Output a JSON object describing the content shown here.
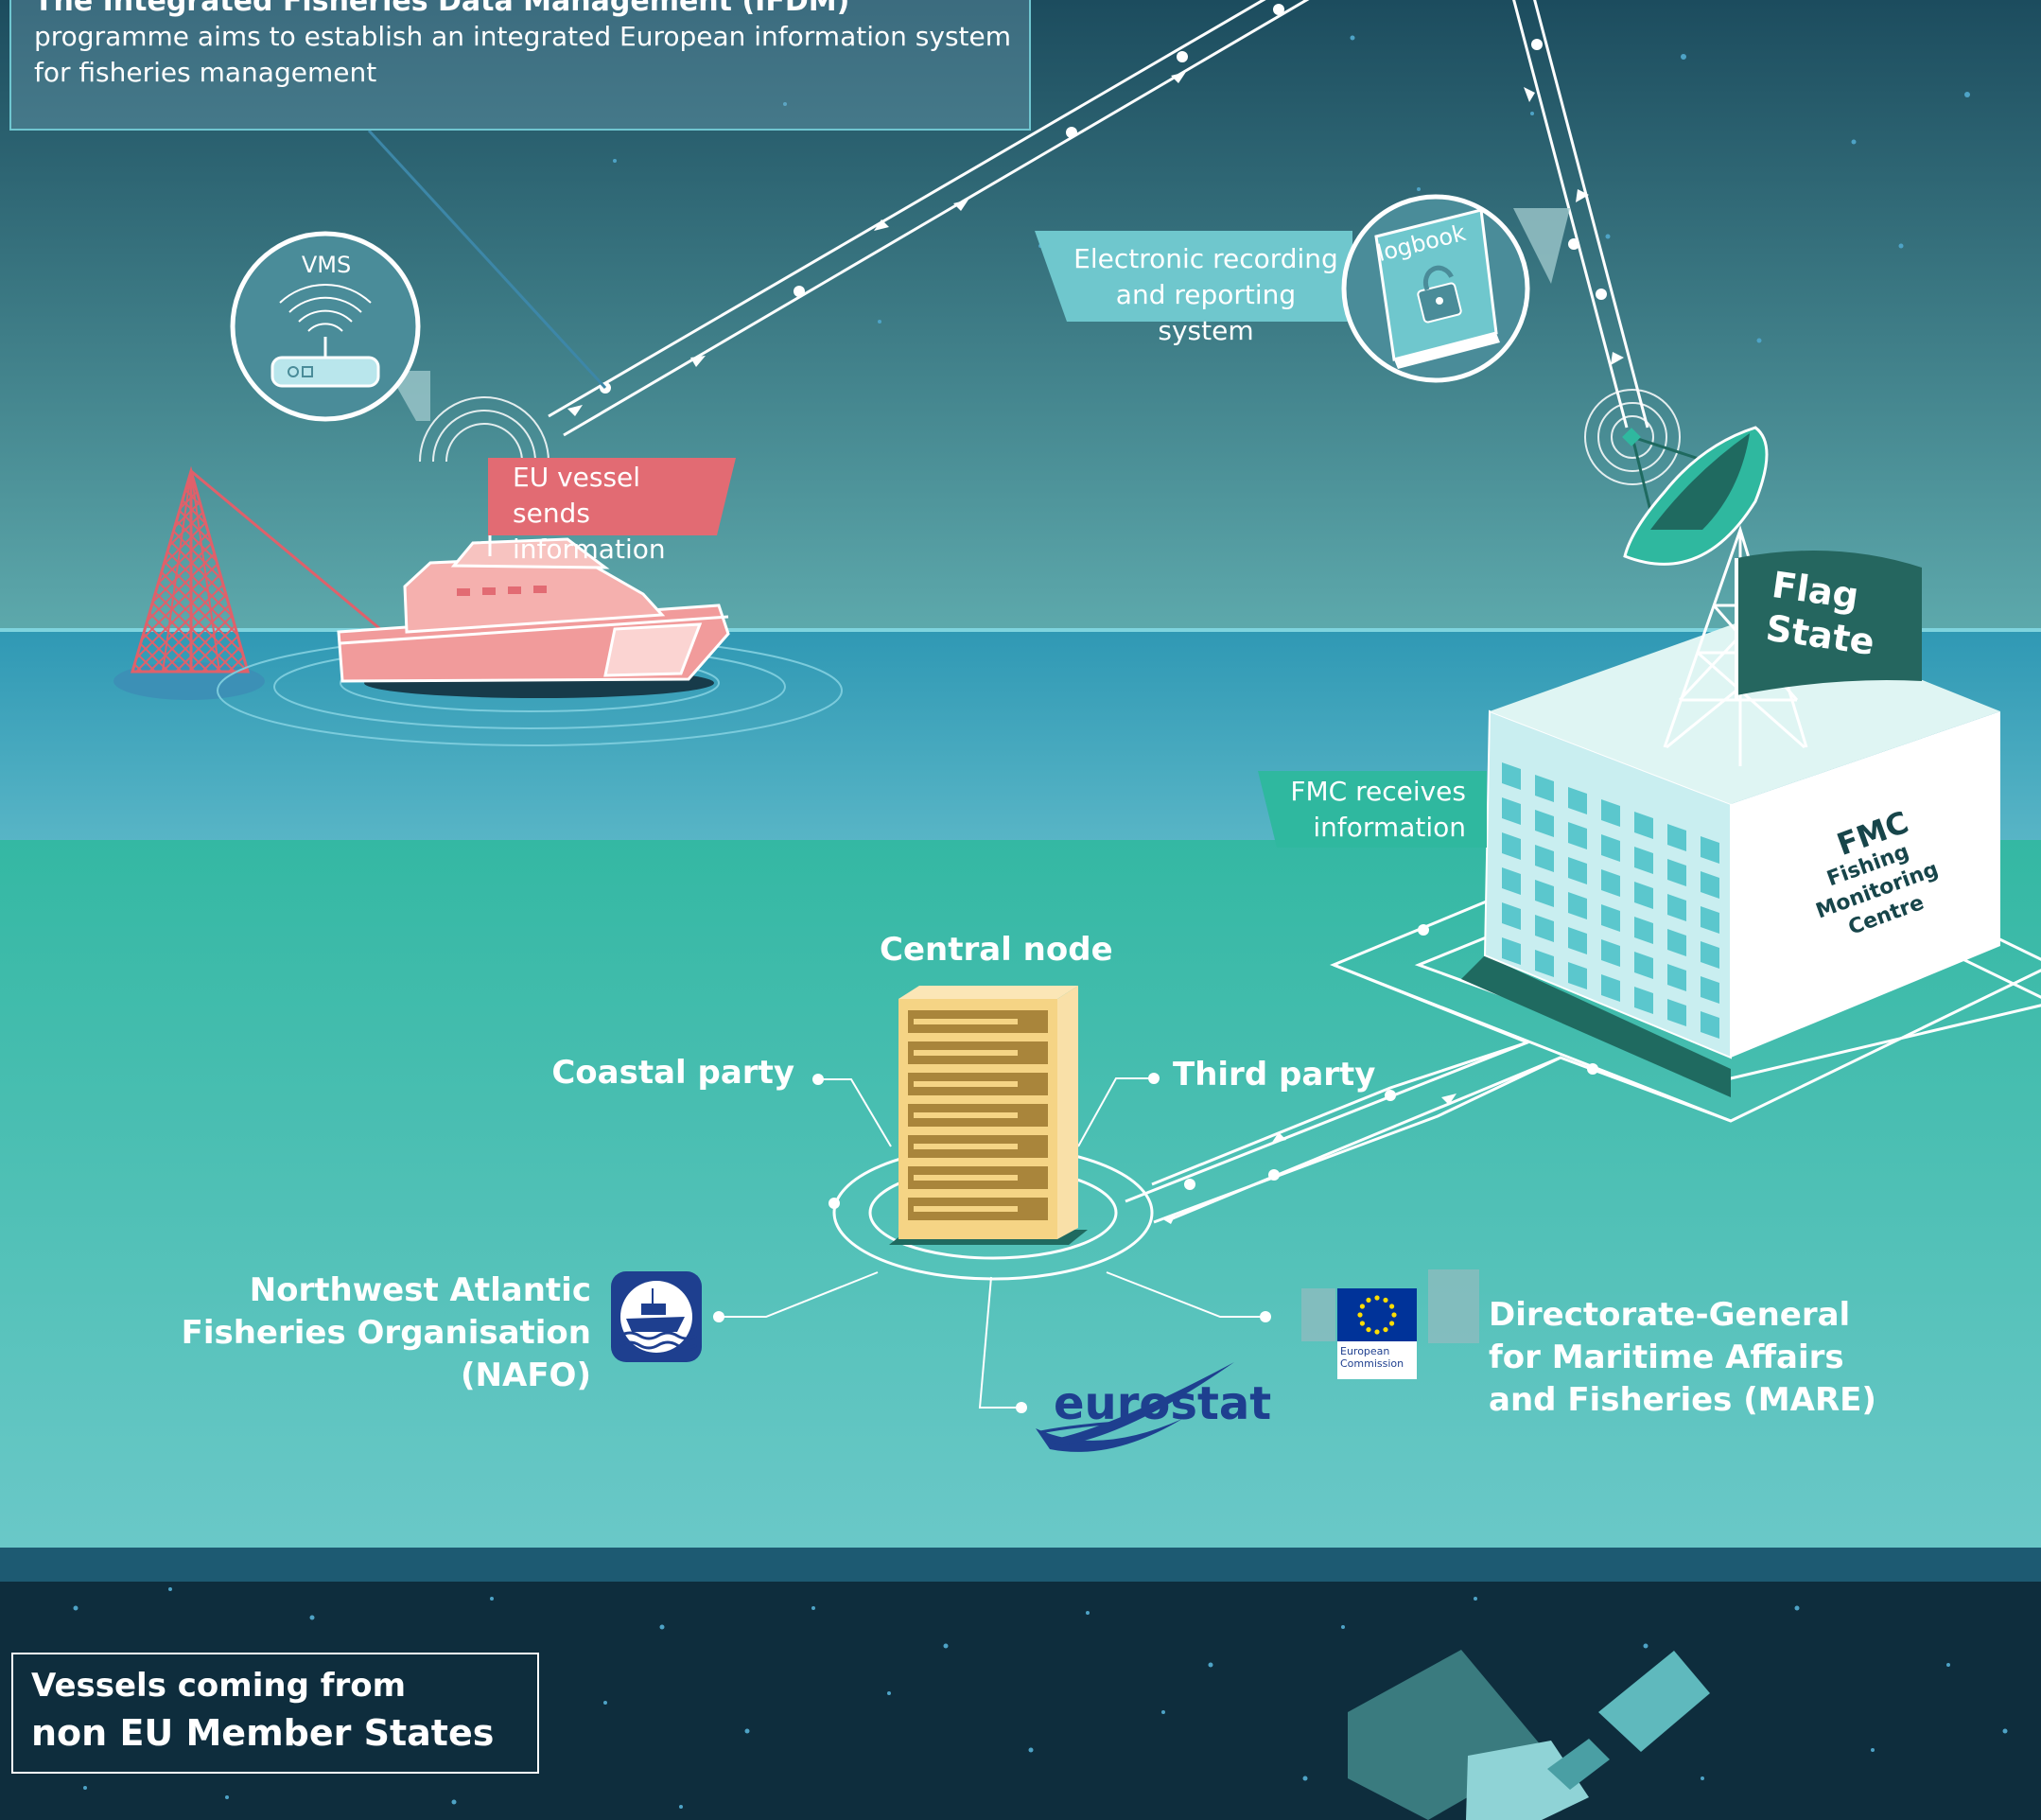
{
  "intro": {
    "title": "The Integrated Fisheries Data Management (IFDM)",
    "body": "programme aims to establish an integrated European information system for fisheries management"
  },
  "vms": {
    "label": "VMS"
  },
  "vessel": {
    "label": "EU vessel sends information"
  },
  "ers": {
    "label": "Electronic recording and reporting system",
    "book_label": "logbook"
  },
  "flag_state": {
    "label": "Flag State"
  },
  "fmc": {
    "receives_label": "FMC receives information",
    "short": "FMC",
    "full": "Fishing Monitoring Centre"
  },
  "central_node": {
    "title": "Central node",
    "coastal": "Coastal party",
    "third": "Third party"
  },
  "nafo": {
    "label": "Northwest Atlantic Fisheries Organisation (NAFO)"
  },
  "mare": {
    "label": "Directorate-General for Maritime Affairs and Fisheries (MARE)",
    "logo_text": "European Commission"
  },
  "eurostat": {
    "logo_text": "eurostat"
  },
  "non_eu": {
    "line1": "Vessels coming from",
    "line2": "non EU Member States"
  },
  "colors": {
    "sky_top": "#1c4c5e",
    "sky_bottom": "#5da9ac",
    "sea": "#2f98b4",
    "land_top": "#34b8a3",
    "land_bottom": "#6ac8c8",
    "band": "#1d5a72",
    "night": "#0e2d3d",
    "accent_red": "#e26b73",
    "accent_teal": "#5bc7cd",
    "flag": "#25665f",
    "server": "#f5d485"
  }
}
